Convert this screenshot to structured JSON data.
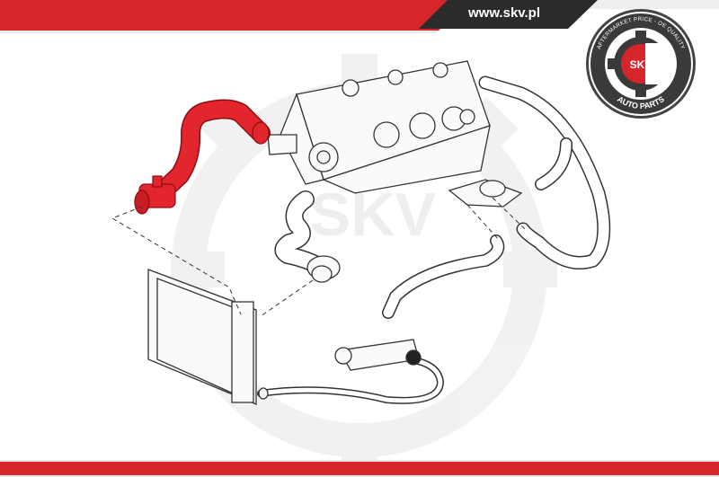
{
  "header": {
    "url": "www.skv.pl"
  },
  "badge": {
    "ring_text": "AFTERMARKET PRICE - OE QUALITY",
    "center_text": "SKV",
    "bottom_text": "AUTO PARTS"
  },
  "watermark": {
    "text": "SKV"
  },
  "colors": {
    "accent": "#d7262b",
    "dark": "#2b2b2b",
    "highlight_part": "#e3262e"
  }
}
